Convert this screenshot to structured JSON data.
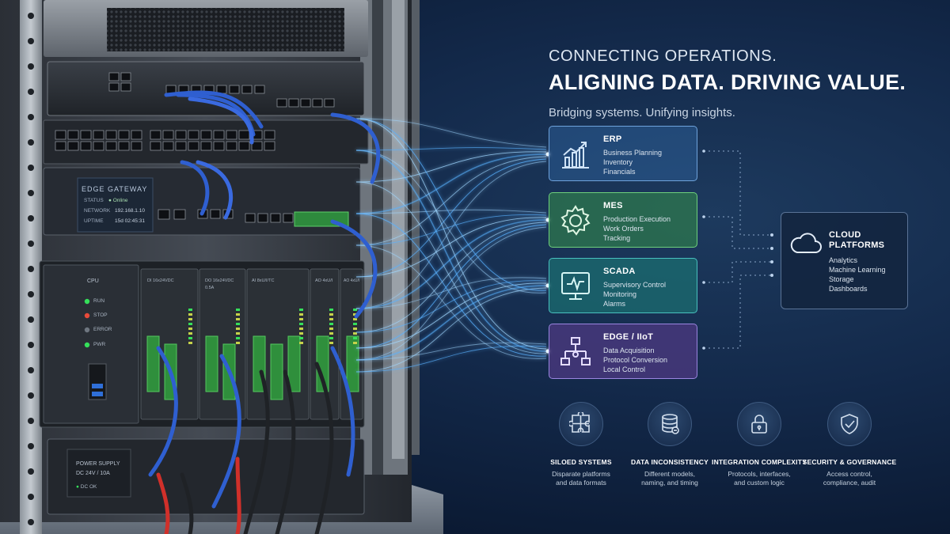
{
  "headline": {
    "line1": "CONNECTING OPERATIONS.",
    "line2": "ALIGNING DATA. DRIVING VALUE.",
    "line3": "Bridging systems. Unifying insights."
  },
  "systems": [
    {
      "title": "ERP",
      "lines": [
        "Business Planning",
        "Inventory",
        "Financials"
      ],
      "icon": "bar-chart-icon",
      "color": "#6fa3dc"
    },
    {
      "title": "MES",
      "lines": [
        "Production Execution",
        "Work Orders",
        "Tracking"
      ],
      "icon": "gear-icon",
      "color": "#6fd17c"
    },
    {
      "title": "SCADA",
      "lines": [
        "Supervisory Control",
        "Monitoring",
        "Alarms"
      ],
      "icon": "monitor-icon",
      "color": "#49c1bf"
    },
    {
      "title": "EDGE / IIoT",
      "lines": [
        "Data Acquisition",
        "Protocol Conversion",
        "Local Control"
      ],
      "icon": "network-nodes-icon",
      "color": "#9a85e0"
    }
  ],
  "cloud": {
    "title_line1": "CLOUD",
    "title_line2": "PLATFORMS",
    "lines": [
      "Analytics",
      "Machine Learning",
      "Storage",
      "Dashboards"
    ],
    "icon": "cloud-icon"
  },
  "challenges": [
    {
      "title": "SILOED SYSTEMS",
      "line1": "Disparate platforms",
      "line2": "and data formats",
      "icon": "puzzle-icon"
    },
    {
      "title": "DATA INCONSISTENCY",
      "line1": "Different models,",
      "line2": "naming, and timing",
      "icon": "database-icon"
    },
    {
      "title": "INTEGRATION COMPLEXITY",
      "line1": "Protocols, interfaces,",
      "line2": "and custom logic",
      "icon": "lock-icon"
    },
    {
      "title": "SECURITY & GOVERNANCE",
      "line1": "Access control,",
      "line2": "compliance, audit",
      "icon": "shield-check-icon"
    }
  ],
  "hardware": {
    "gateway_title": "EDGE GATEWAY",
    "status_label": "STATUS",
    "status_value": "Online",
    "network_label": "NETWORK",
    "network_value": "192.168.1.10",
    "uptime_label": "UPTIME",
    "uptime_value": "15d 02:45:31",
    "cpu_label": "CPU",
    "leds": [
      "RUN",
      "STOP",
      "ERROR",
      "PWR"
    ],
    "modules": [
      "DI 16x24VDC",
      "DO 16x24VDC",
      "AI 8xU/I/TC",
      "AO 4xU/I",
      "AO 4xU/I"
    ],
    "module_sub": "0.5A",
    "power_label_1": "POWER SUPPLY",
    "power_label_2": "DC 24V / 10A",
    "power_ok": "DC OK"
  },
  "colors": {
    "erp": "#6fa3dc",
    "mes": "#6fd17c",
    "scada": "#49c1bf",
    "edge": "#9a85e0",
    "cable_blue": "#2f5fd0",
    "led_green": "#35e05a",
    "led_red": "#e84a3a"
  }
}
